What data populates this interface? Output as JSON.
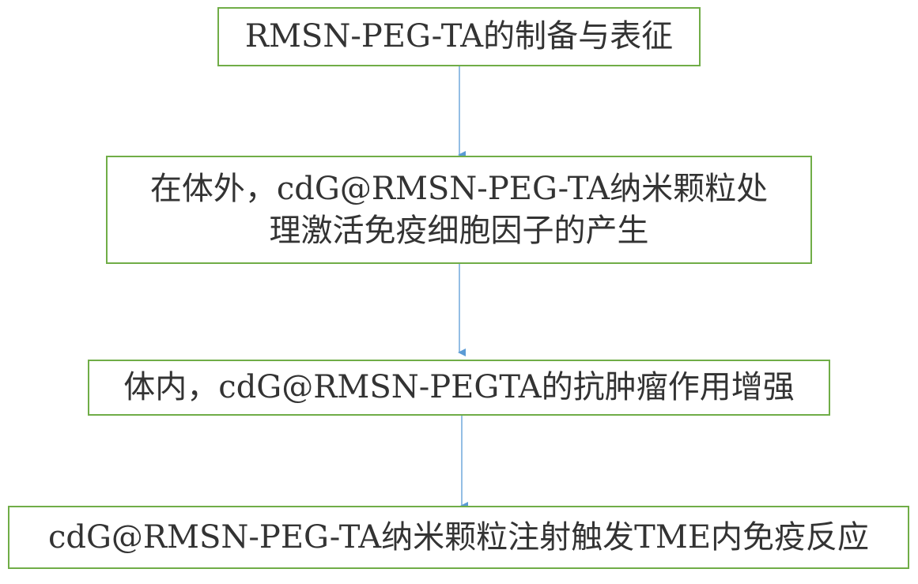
{
  "diagram": {
    "colors": {
      "box_border": "#70ad47",
      "arrow": "#5b9bd5",
      "text": "#333333"
    },
    "steps": [
      {
        "id": "step-1",
        "label": "RMSN-PEG-TA的制备与表征"
      },
      {
        "id": "step-2",
        "label": "在体外，cdG@RMSN-PEG-TA纳米颗粒处\n理激活免疫细胞因子的产生"
      },
      {
        "id": "step-3",
        "label": "体内，cdG@RMSN-PEGTA的抗肿瘤作用增强"
      },
      {
        "id": "step-4",
        "label": "cdG@RMSN-PEG-TA纳米颗粒注射触发TME内免疫反应"
      }
    ],
    "connections": [
      {
        "from": "step-1",
        "to": "step-2"
      },
      {
        "from": "step-2",
        "to": "step-3"
      },
      {
        "from": "step-3",
        "to": "step-4"
      }
    ]
  }
}
